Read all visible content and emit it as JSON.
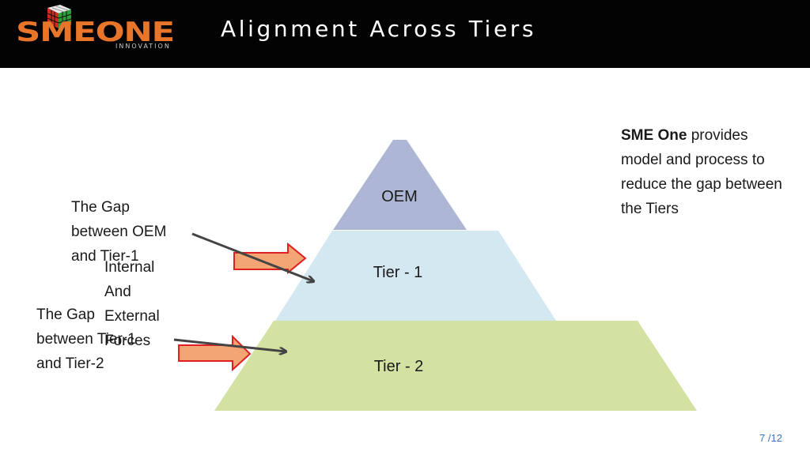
{
  "header": {
    "logo_text": "SMEONE",
    "logo_subtext": "INNOVATION",
    "title": "Alignment Across Tiers"
  },
  "diagram": {
    "tiers": [
      {
        "label": "OEM",
        "color": "#aeb6d6"
      },
      {
        "label": "Tier - 1",
        "color": "#d4e8f1"
      },
      {
        "label": "Tier - 2",
        "color": "#d3e2a2"
      }
    ],
    "gap_oem_tier1": [
      "The Gap",
      "between OEM",
      "and Tier-1"
    ],
    "forces": [
      "Internal",
      "And",
      "External",
      "Forces"
    ],
    "gap_tier1_tier2": [
      "The Gap",
      "between Tier-1",
      "and Tier-2"
    ],
    "force_arrow_color": "#f4a574",
    "force_arrow_border": "#e02020"
  },
  "note": {
    "bold": "SME One",
    "text": "provides model and process to reduce the gap between the Tiers"
  },
  "page": {
    "current": "7",
    "separator": "/",
    "total": "12"
  }
}
